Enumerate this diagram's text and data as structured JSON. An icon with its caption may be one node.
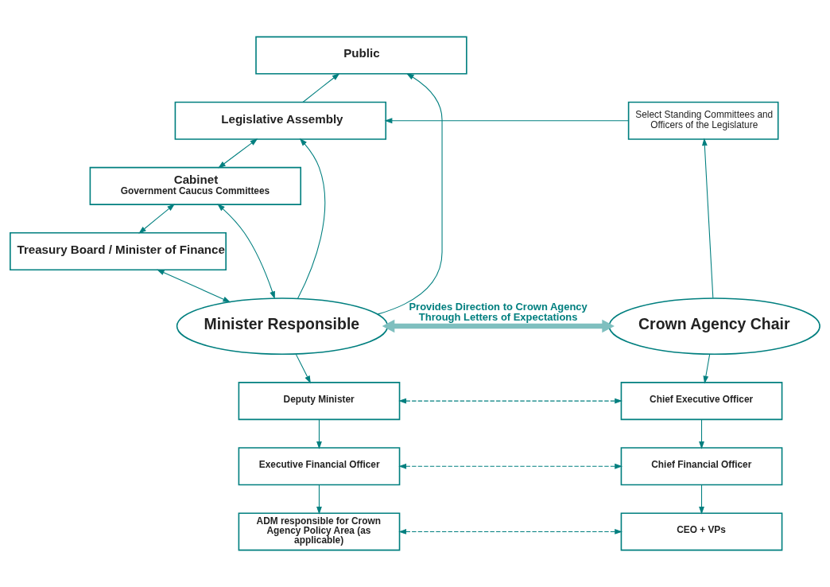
{
  "diagram": {
    "nodes": [
      {
        "text": [
          "Public"
        ]
      },
      {
        "text": [
          "Legislative Assembly"
        ]
      },
      {
        "text": [
          "Select Standing Committees and Officers of the Legislature"
        ]
      },
      {
        "text": [
          "Cabinet",
          "Government Caucus Committees"
        ]
      },
      {
        "text": [
          "Treasury Board / Minister of Finance"
        ]
      },
      {
        "text": [
          "Minister Responsible"
        ]
      },
      {
        "text": [
          "Crown Agency Chair"
        ]
      },
      {
        "text": [
          "Deputy Minister"
        ]
      },
      {
        "text": [
          "Chief Executive Officer"
        ]
      },
      {
        "text": [
          "Executive Financial Officer"
        ]
      },
      {
        "text": [
          "Chief Financial Officer"
        ]
      },
      {
        "text": [
          "ADM responsible for Crown Agency Policy Area (as applicable)"
        ]
      },
      {
        "text": [
          "CEO + VPs"
        ]
      }
    ],
    "edges": [
      {
        "from": 1,
        "to": 0,
        "arrow": "to"
      },
      {
        "from": 5,
        "to": 0,
        "arrow": "to"
      },
      {
        "from": 5,
        "to": 1,
        "arrow": "to"
      },
      {
        "from": 2,
        "to": 1,
        "arrow": "to"
      },
      {
        "from": 1,
        "to": 3,
        "arrow": "both"
      },
      {
        "from": 3,
        "to": 5,
        "arrow": "both"
      },
      {
        "from": 3,
        "to": 4,
        "arrow": "both"
      },
      {
        "from": 4,
        "to": 5,
        "arrow": "both"
      },
      {
        "from": 6,
        "to": 2,
        "arrow": "to"
      },
      {
        "from": 5,
        "to": 6,
        "arrow": "both",
        "style": "thick",
        "color": "#7fbfbf",
        "label": "Provides Direction to Crown Agency Through Letters of Expectations"
      },
      {
        "from": 5,
        "to": 7,
        "arrow": "to"
      },
      {
        "from": 6,
        "to": 8,
        "arrow": "to"
      },
      {
        "from": 7,
        "to": 8,
        "arrow": "both",
        "style": "dashed"
      },
      {
        "from": 7,
        "to": 9,
        "arrow": "to"
      },
      {
        "from": 8,
        "to": 10,
        "arrow": "to"
      },
      {
        "from": 9,
        "to": 10,
        "arrow": "both",
        "style": "dashed"
      },
      {
        "from": 9,
        "to": 11,
        "arrow": "to"
      },
      {
        "from": 10,
        "to": 12,
        "arrow": "to"
      },
      {
        "from": 11,
        "to": 12,
        "arrow": "both",
        "style": "dashed"
      }
    ]
  }
}
